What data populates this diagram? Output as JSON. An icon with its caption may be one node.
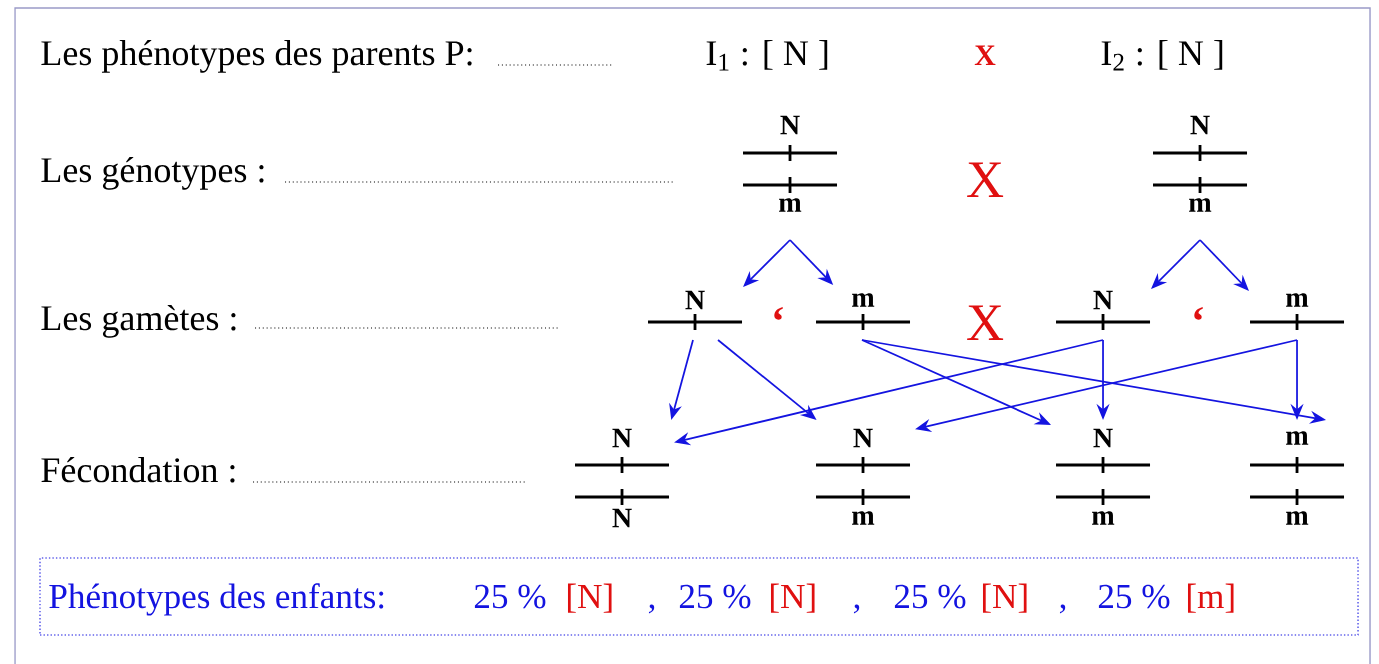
{
  "diagram": {
    "nodes": [
      {
        "text": [
          "N",
          "m"
        ]
      },
      {
        "text": [
          "N",
          "m"
        ]
      },
      {
        "text": [
          "N"
        ]
      },
      {
        "text": [
          "m"
        ]
      },
      {
        "text": [
          "N"
        ]
      },
      {
        "text": [
          "m"
        ]
      },
      {
        "text": [
          "N",
          "N"
        ]
      },
      {
        "text": [
          "N",
          "m"
        ]
      },
      {
        "text": [
          "N",
          "m"
        ]
      },
      {
        "text": [
          "m",
          "m"
        ]
      },
      {
        "text": [
          "Phénotypes des enfants:",
          "25 %",
          "[N]",
          ",",
          "25 %",
          "[N]",
          ",",
          "25 %",
          "[N]",
          ",",
          "25 %",
          "[m]"
        ]
      }
    ],
    "edges": [
      {
        "from": 0,
        "to": 2,
        "arrow": "to"
      },
      {
        "from": 0,
        "to": 3,
        "arrow": "to"
      },
      {
        "from": 1,
        "to": 4,
        "arrow": "to"
      },
      {
        "from": 1,
        "to": 5,
        "arrow": "to"
      },
      {
        "from": 2,
        "to": 6,
        "arrow": "to"
      },
      {
        "from": 2,
        "to": 7,
        "arrow": "to"
      },
      {
        "from": 3,
        "to": 8,
        "arrow": "to"
      },
      {
        "from": 3,
        "to": 9,
        "arrow": "to"
      },
      {
        "from": 4,
        "to": 6,
        "arrow": "to"
      },
      {
        "from": 4,
        "to": 8,
        "arrow": "to"
      },
      {
        "from": 5,
        "to": 7,
        "arrow": "to"
      },
      {
        "from": 5,
        "to": 9,
        "arrow": "to"
      }
    ],
    "labels": [
      "Les phénotypes des parents P:",
      "I$_{1}$ : [ N ]",
      "X",
      "I$_{2}$ : [ N ]",
      "Les génotypes :",
      "X",
      "Les gamètes :",
      "‘",
      "X",
      "‘",
      "Fécondation :"
    ]
  }
}
